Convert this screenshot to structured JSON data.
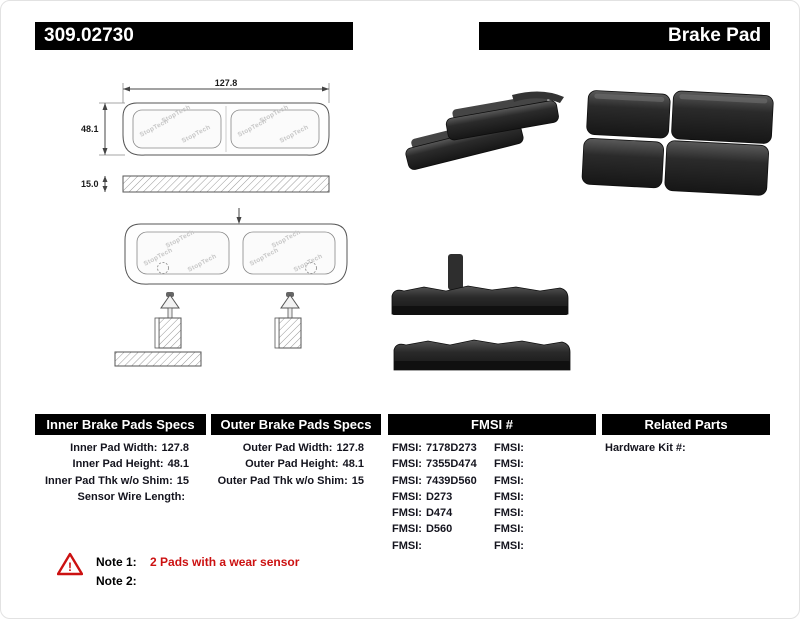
{
  "header": {
    "part_number": "309.02730",
    "product_name": "Brake Pad"
  },
  "diagram": {
    "watermark": "StopTech",
    "dim_width": "127.8",
    "dim_height": "48.1",
    "dim_thickness": "15.0"
  },
  "spec_tables": {
    "inner": {
      "title": "Inner Brake Pads Specs",
      "rows": [
        {
          "label": "Inner Pad Width:",
          "value": "127.8"
        },
        {
          "label": "Inner Pad Height:",
          "value": "48.1"
        },
        {
          "label": "Inner Pad Thk w/o Shim:",
          "value": "15"
        },
        {
          "label": "Sensor Wire Length:",
          "value": ""
        }
      ]
    },
    "outer": {
      "title": "Outer Brake Pads Specs",
      "rows": [
        {
          "label": "Outer Pad Width:",
          "value": "127.8"
        },
        {
          "label": "Outer Pad Height:",
          "value": "48.1"
        },
        {
          "label": "Outer Pad Thk w/o Shim:",
          "value": "15"
        }
      ]
    },
    "fmsi": {
      "title": "FMSI #",
      "left_rows": [
        {
          "label": "FMSI:",
          "value": "7178D273"
        },
        {
          "label": "FMSI:",
          "value": "7355D474"
        },
        {
          "label": "FMSI:",
          "value": "7439D560"
        },
        {
          "label": "FMSI:",
          "value": "D273"
        },
        {
          "label": "FMSI:",
          "value": "D474"
        },
        {
          "label": "FMSI:",
          "value": "D560"
        },
        {
          "label": "FMSI:",
          "value": ""
        }
      ],
      "right_rows": [
        {
          "label": "FMSI:",
          "value": ""
        },
        {
          "label": "FMSI:",
          "value": ""
        },
        {
          "label": "FMSI:",
          "value": ""
        },
        {
          "label": "FMSI:",
          "value": ""
        },
        {
          "label": "FMSI:",
          "value": ""
        },
        {
          "label": "FMSI:",
          "value": ""
        },
        {
          "label": "FMSI:",
          "value": ""
        }
      ]
    },
    "related": {
      "title": "Related Parts",
      "rows": [
        {
          "label": "Hardware Kit #:",
          "value": ""
        }
      ]
    }
  },
  "notes": {
    "warning_glyph": "!",
    "note1_label": "Note 1:",
    "note1_value": "2 Pads with a wear sensor",
    "note2_label": "Note 2:",
    "note2_value": ""
  },
  "colors": {
    "header_bg": "#000000",
    "header_text": "#ffffff",
    "note_red": "#cc1111"
  }
}
